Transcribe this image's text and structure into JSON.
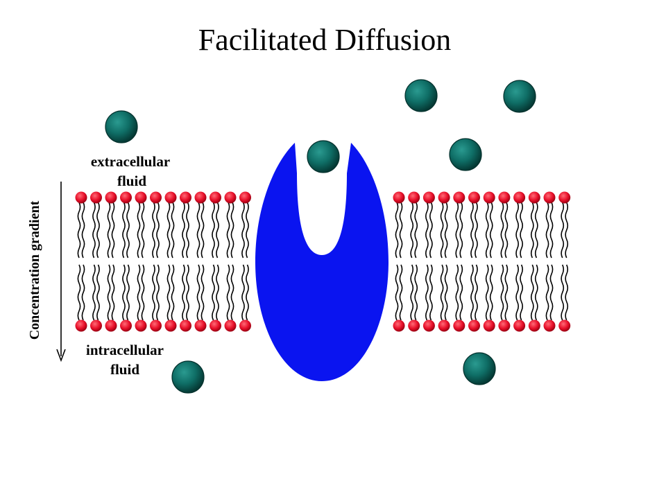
{
  "title": "Facilitated Diffusion",
  "labels": {
    "extracellular_line1": "extracellular",
    "extracellular_line2": "fluid",
    "intracellular_line1": "intracellular",
    "intracellular_line2": "fluid",
    "concentration_gradient": "Concentration gradient"
  },
  "colors": {
    "background": "#ffffff",
    "phospholipid_head": "#e8102a",
    "lipid_tail": "#000000",
    "carrier_protein": "#0a14f0",
    "solute_molecule": "#0f6e66",
    "text": "#000000"
  },
  "icons": {
    "gradient_arrow": "arrow-down-icon"
  }
}
